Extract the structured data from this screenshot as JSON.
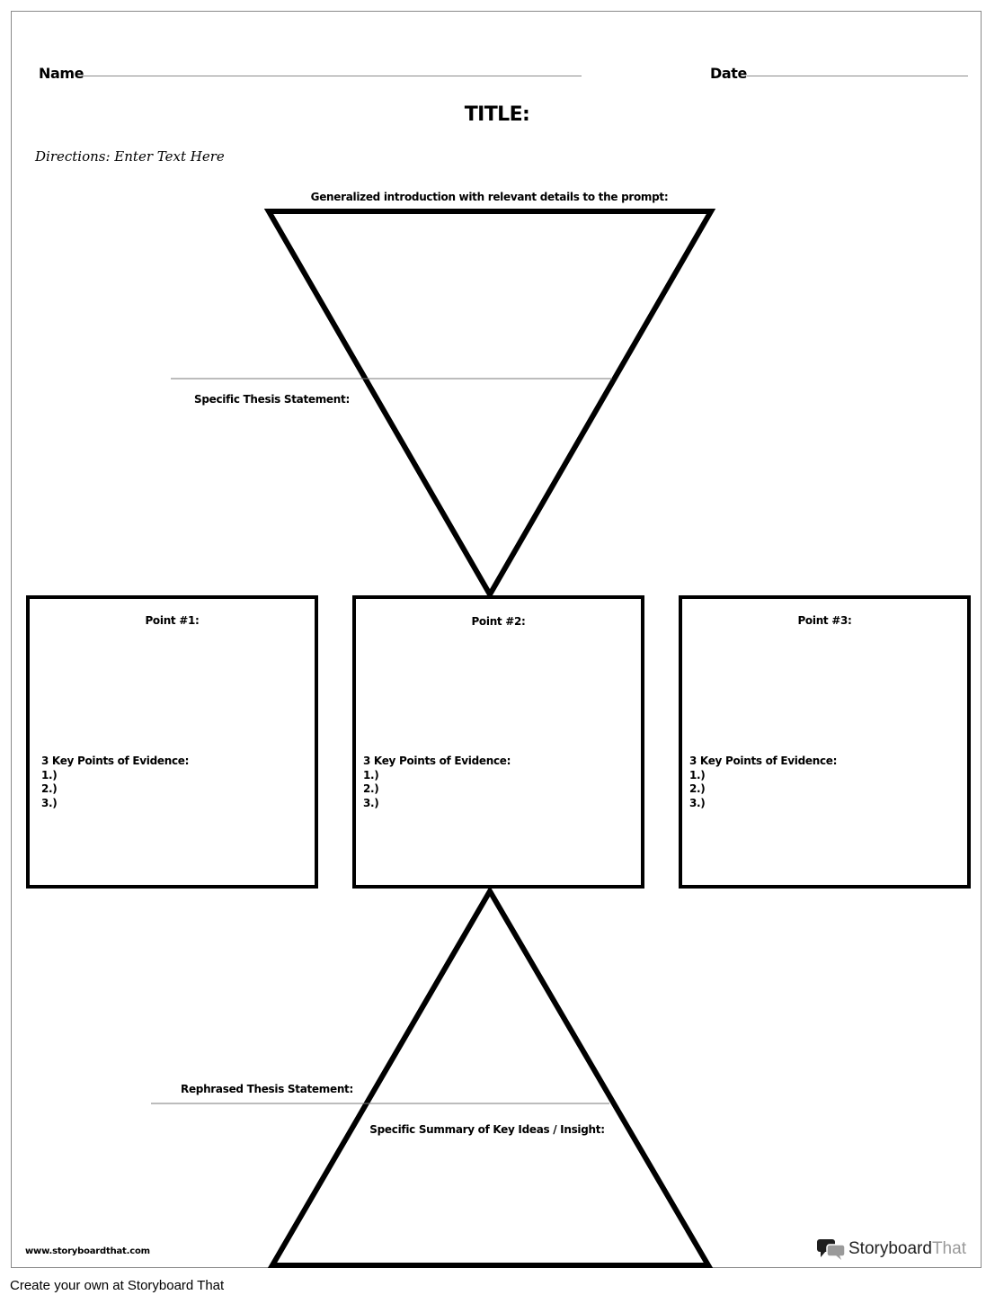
{
  "header": {
    "name_label": "Name",
    "date_label": "Date",
    "title": "TITLE:",
    "directions": "Directions: Enter Text Here"
  },
  "intro_triangle": {
    "heading": "Generalized introduction with relevant details to the prompt:",
    "thesis_label": "Specific Thesis Statement:"
  },
  "points": [
    {
      "title": "Point #1:",
      "evidence_heading": "3 Key Points of Evidence:",
      "items": [
        "1.)",
        "2.)",
        "3.)"
      ]
    },
    {
      "title": "Point #2:",
      "evidence_heading": "3 Key Points of Evidence:",
      "items": [
        "1.)",
        "2.)",
        "3.)"
      ]
    },
    {
      "title": "Point #3:",
      "evidence_heading": "3 Key Points of Evidence:",
      "items": [
        "1.)",
        "2.)",
        "3.)"
      ]
    }
  ],
  "conclusion_triangle": {
    "rephrased_label": "Rephrased Thesis Statement:",
    "summary_label": "Specific Summary of Key Ideas / Insight:"
  },
  "footer": {
    "url": "www.storyboardthat.com",
    "logo_word_dark": "Storyboard",
    "logo_word_light": "That",
    "create_text": "Create your own at Storyboard That"
  },
  "colors": {
    "stroke": "#000000",
    "rule": "#8c8c8c",
    "border": "#8a8a8a"
  }
}
